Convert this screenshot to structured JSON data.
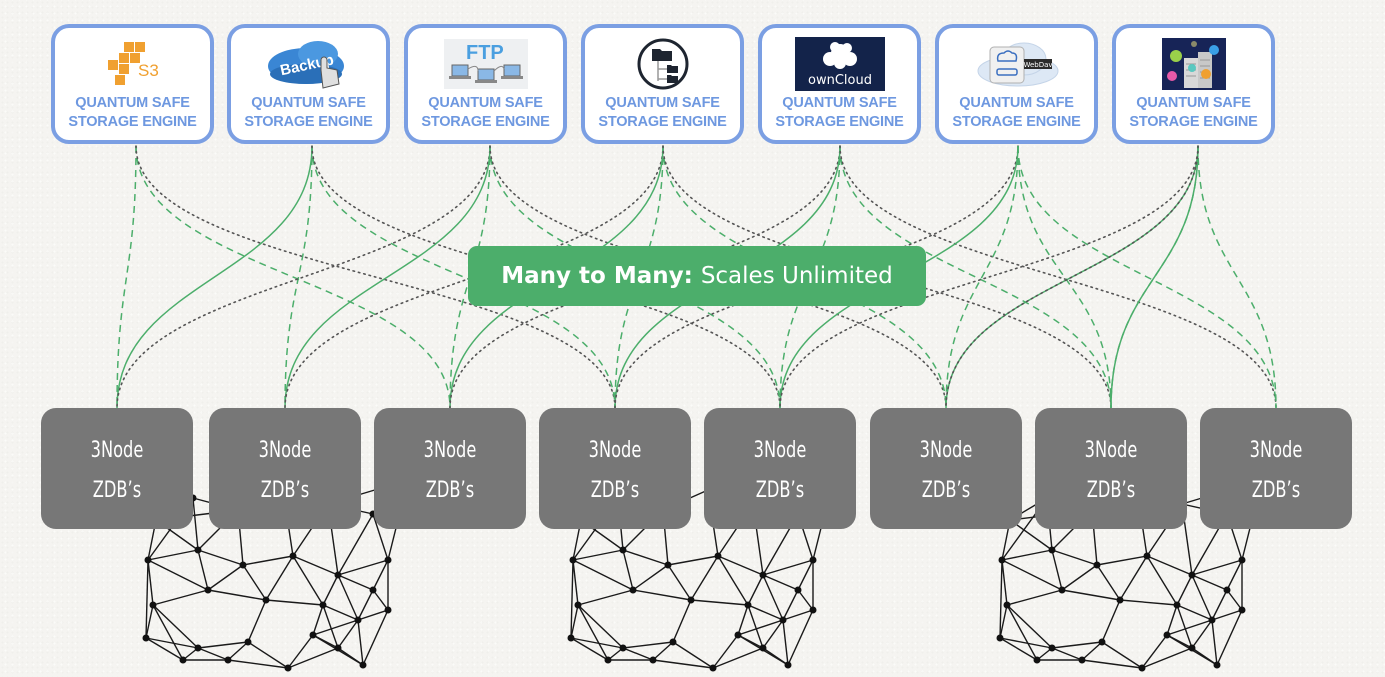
{
  "diagram": {
    "storage_engines": [
      {
        "icon": "amazon-s3-icon",
        "icon_text": "S3",
        "line1": "QUANTUM SAFE",
        "line2": "STORAGE ENGINE"
      },
      {
        "icon": "backup-cloud-icon",
        "icon_text": "Backup",
        "line1": "QUANTUM SAFE",
        "line2": "STORAGE ENGINE"
      },
      {
        "icon": "ftp-icon",
        "icon_text": "FTP",
        "line1": "QUANTUM SAFE",
        "line2": "STORAGE ENGINE"
      },
      {
        "icon": "folder-tree-icon",
        "icon_text": "",
        "line1": "QUANTUM SAFE",
        "line2": "STORAGE ENGINE"
      },
      {
        "icon": "owncloud-icon",
        "icon_text": "ownCloud",
        "line1": "QUANTUM SAFE",
        "line2": "STORAGE ENGINE"
      },
      {
        "icon": "webdav-icon",
        "icon_text": "WebDav",
        "line1": "QUANTUM SAFE",
        "line2": "STORAGE ENGINE"
      },
      {
        "icon": "server-network-icon",
        "icon_text": "",
        "line1": "QUANTUM SAFE",
        "line2": "STORAGE ENGINE"
      }
    ],
    "banner": {
      "bold": "Many to Many:",
      "normal": "Scales Unlimited"
    },
    "nodes": [
      {
        "line1": "3Node",
        "line2": "ZDB’s"
      },
      {
        "line1": "3Node",
        "line2": "ZDB’s"
      },
      {
        "line1": "3Node",
        "line2": "ZDB’s"
      },
      {
        "line1": "3Node",
        "line2": "ZDB’s"
      },
      {
        "line1": "3Node",
        "line2": "ZDB’s"
      },
      {
        "line1": "3Node",
        "line2": "ZDB’s"
      },
      {
        "line1": "3Node",
        "line2": "ZDB’s"
      },
      {
        "line1": "3Node",
        "line2": "ZDB’s"
      }
    ],
    "mesh_clusters": 3,
    "colors": {
      "engine_border": "#7b9fe3",
      "engine_text": "#6e98e0",
      "banner_bg": "#4cae6b",
      "node_bg": "#777777",
      "connector_green": "#4cae6b",
      "connector_dotted": "#555555"
    }
  }
}
